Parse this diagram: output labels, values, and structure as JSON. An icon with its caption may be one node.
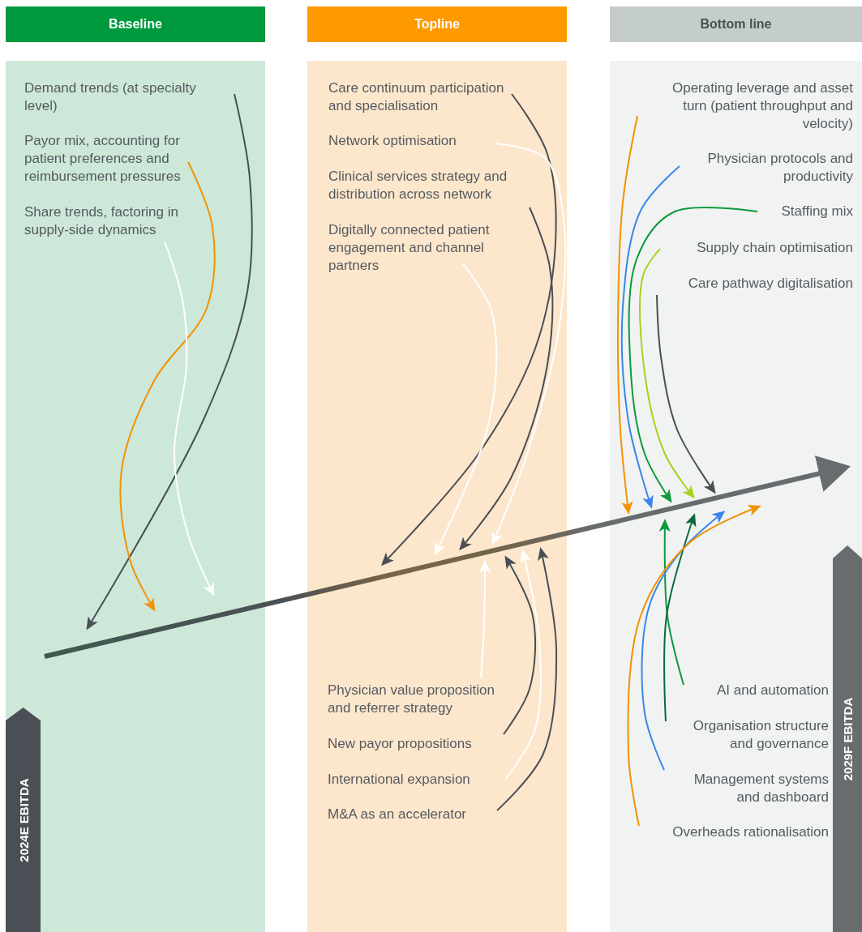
{
  "diagram": {
    "nodes": [
      {
        "text": [
          "Baseline"
        ]
      },
      {
        "text": [
          "Topline"
        ]
      },
      {
        "text": [
          "Bottom line"
        ]
      },
      {
        "text": [],
        "shape": "box"
      },
      {
        "text": [
          "Demand trends (at specialty level)"
        ],
        "in": 3
      },
      {
        "text": [
          "Payor mix, accounting for patient preferences and reimbursement pressures"
        ],
        "in": 3
      },
      {
        "text": [
          "Share trends, factoring in supply-side dynamics"
        ],
        "in": 3
      },
      {
        "text": [
          "2024E EBITDA"
        ],
        "in": 3
      },
      {
        "text": [],
        "shape": "box"
      },
      {
        "text": [
          "Care continuum participation and specialisation"
        ],
        "in": 8
      },
      {
        "text": [
          "Network optimisation"
        ],
        "in": 8
      },
      {
        "text": [
          "Clinical services strategy and distribution across network"
        ],
        "in": 8
      },
      {
        "text": [
          "Digitally connected patient engagement and channel partners"
        ],
        "in": 8
      },
      {
        "text": [
          "Physician value proposition and referrer strategy"
        ],
        "in": 8
      },
      {
        "text": [
          "New payor propositions"
        ],
        "in": 8
      },
      {
        "text": [
          "International expansion"
        ],
        "in": 8
      },
      {
        "text": [
          "M&A as an accelerator"
        ],
        "in": 8
      },
      {
        "text": [],
        "shape": "box"
      },
      {
        "text": [
          "Operating leverage and asset turn (patient throughput and velocity)"
        ],
        "in": 17
      },
      {
        "text": [
          "Physician protocols and productivity"
        ],
        "in": 17
      },
      {
        "text": [
          "Staffing mix"
        ],
        "in": 17
      },
      {
        "text": [
          "Supply chain optimisation"
        ],
        "in": 17
      },
      {
        "text": [
          "Care pathway digitalisation"
        ],
        "in": 17
      },
      {
        "text": [
          "AI and automation"
        ],
        "in": 17
      },
      {
        "text": [
          "Organisation structure and governance"
        ],
        "in": 17
      },
      {
        "text": [
          "Management systems and dashboard"
        ],
        "in": 17
      },
      {
        "text": [
          "Overheads rationalisation"
        ],
        "in": 17
      },
      {
        "text": [
          "2029F EBITDA"
        ],
        "in": 17
      }
    ],
    "edges": [
      {
        "from": 7,
        "to": 27,
        "arrow": "to",
        "style": "thick",
        "color": "#676d6f"
      },
      {
        "from": 4,
        "to": null,
        "arrow": "to"
      },
      {
        "from": 5,
        "to": null,
        "arrow": "to",
        "color": "#f39200"
      },
      {
        "from": 6,
        "to": null,
        "arrow": "to",
        "color": "#ffffff"
      },
      {
        "from": 9,
        "to": null,
        "arrow": "to"
      },
      {
        "from": 10,
        "to": null,
        "arrow": "to",
        "color": "#ffffff"
      },
      {
        "from": 11,
        "to": null,
        "arrow": "to"
      },
      {
        "from": 12,
        "to": null,
        "arrow": "to",
        "color": "#ffffff"
      },
      {
        "from": 13,
        "to": null,
        "arrow": "to",
        "color": "#ffffff"
      },
      {
        "from": 14,
        "to": null,
        "arrow": "to"
      },
      {
        "from": 15,
        "to": null,
        "arrow": "to",
        "color": "#ffffff"
      },
      {
        "from": 16,
        "to": null,
        "arrow": "to"
      },
      {
        "from": 18,
        "to": null,
        "arrow": "to",
        "color": "#f39200"
      },
      {
        "from": 19,
        "to": null,
        "arrow": "to",
        "color": "#3a86ea"
      },
      {
        "from": 20,
        "to": null,
        "arrow": "to",
        "color": "#0a9a3c"
      },
      {
        "from": 21,
        "to": null,
        "arrow": "to",
        "color": "#a6d11c"
      },
      {
        "from": 22,
        "to": null,
        "arrow": "to"
      },
      {
        "from": 23,
        "to": null,
        "arrow": "to",
        "color": "#0a9a3c"
      },
      {
        "from": 24,
        "to": null,
        "arrow": "to",
        "color": "#0b6b3a"
      },
      {
        "from": 25,
        "to": null,
        "arrow": "to",
        "color": "#3a86ea"
      },
      {
        "from": 26,
        "to": null,
        "arrow": "to",
        "color": "#f39200"
      }
    ]
  }
}
